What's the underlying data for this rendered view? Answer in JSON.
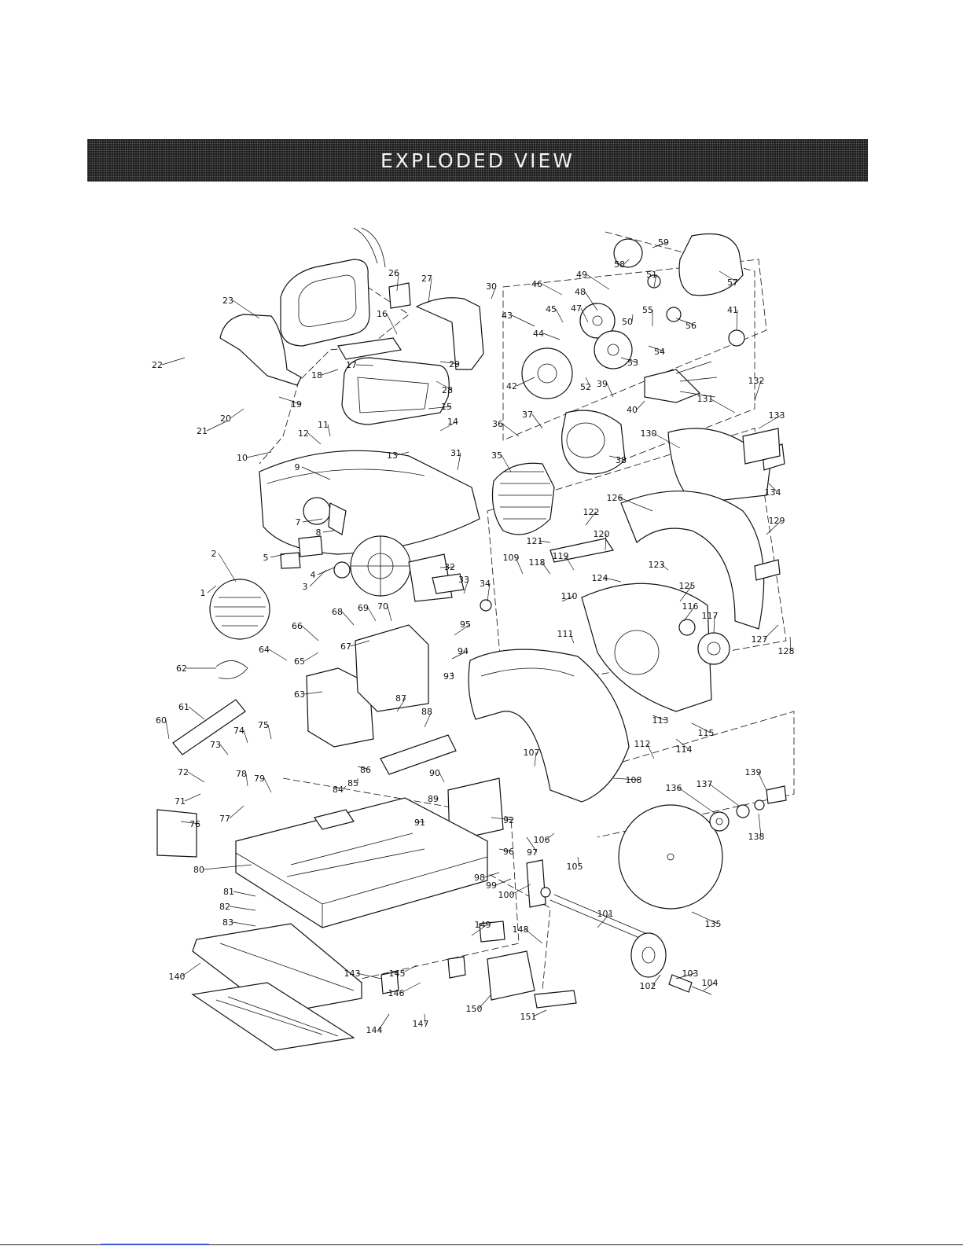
{
  "header": {
    "title": "EXPLODED VIEW"
  },
  "parts": [
    {
      "n": "1"
    },
    {
      "n": "2"
    },
    {
      "n": "3"
    },
    {
      "n": "4"
    },
    {
      "n": "5"
    },
    {
      "n": "7"
    },
    {
      "n": "8"
    },
    {
      "n": "9"
    },
    {
      "n": "10"
    },
    {
      "n": "11"
    },
    {
      "n": "12"
    },
    {
      "n": "13"
    },
    {
      "n": "14"
    },
    {
      "n": "15"
    },
    {
      "n": "16"
    },
    {
      "n": "17"
    },
    {
      "n": "18"
    },
    {
      "n": "19"
    },
    {
      "n": "20"
    },
    {
      "n": "21"
    },
    {
      "n": "22"
    },
    {
      "n": "23"
    },
    {
      "n": "26"
    },
    {
      "n": "27"
    },
    {
      "n": "28"
    },
    {
      "n": "29"
    },
    {
      "n": "30"
    },
    {
      "n": "31"
    },
    {
      "n": "32"
    },
    {
      "n": "33"
    },
    {
      "n": "34"
    },
    {
      "n": "35"
    },
    {
      "n": "36"
    },
    {
      "n": "37"
    },
    {
      "n": "38"
    },
    {
      "n": "39"
    },
    {
      "n": "40"
    },
    {
      "n": "41"
    },
    {
      "n": "42"
    },
    {
      "n": "43"
    },
    {
      "n": "44"
    },
    {
      "n": "45"
    },
    {
      "n": "46"
    },
    {
      "n": "47"
    },
    {
      "n": "48"
    },
    {
      "n": "49"
    },
    {
      "n": "50"
    },
    {
      "n": "51"
    },
    {
      "n": "52"
    },
    {
      "n": "53"
    },
    {
      "n": "54"
    },
    {
      "n": "55"
    },
    {
      "n": "56"
    },
    {
      "n": "57"
    },
    {
      "n": "58"
    },
    {
      "n": "59"
    },
    {
      "n": "60"
    },
    {
      "n": "61"
    },
    {
      "n": "62"
    },
    {
      "n": "63"
    },
    {
      "n": "64"
    },
    {
      "n": "65"
    },
    {
      "n": "66"
    },
    {
      "n": "67"
    },
    {
      "n": "68"
    },
    {
      "n": "69"
    },
    {
      "n": "70"
    },
    {
      "n": "71"
    },
    {
      "n": "72"
    },
    {
      "n": "73"
    },
    {
      "n": "74"
    },
    {
      "n": "75"
    },
    {
      "n": "76"
    },
    {
      "n": "77"
    },
    {
      "n": "78"
    },
    {
      "n": "79"
    },
    {
      "n": "80"
    },
    {
      "n": "81"
    },
    {
      "n": "82"
    },
    {
      "n": "83"
    },
    {
      "n": "84"
    },
    {
      "n": "85"
    },
    {
      "n": "86"
    },
    {
      "n": "87"
    },
    {
      "n": "88"
    },
    {
      "n": "89"
    },
    {
      "n": "90"
    },
    {
      "n": "91"
    },
    {
      "n": "92"
    },
    {
      "n": "93"
    },
    {
      "n": "94"
    },
    {
      "n": "95"
    },
    {
      "n": "96"
    },
    {
      "n": "97"
    },
    {
      "n": "98"
    },
    {
      "n": "99"
    },
    {
      "n": "100"
    },
    {
      "n": "101"
    },
    {
      "n": "102"
    },
    {
      "n": "103"
    },
    {
      "n": "104"
    },
    {
      "n": "105"
    },
    {
      "n": "106"
    },
    {
      "n": "107"
    },
    {
      "n": "108"
    },
    {
      "n": "109"
    },
    {
      "n": "110"
    },
    {
      "n": "111"
    },
    {
      "n": "112"
    },
    {
      "n": "113"
    },
    {
      "n": "114"
    },
    {
      "n": "115"
    },
    {
      "n": "116"
    },
    {
      "n": "117"
    },
    {
      "n": "118"
    },
    {
      "n": "119"
    },
    {
      "n": "120"
    },
    {
      "n": "121"
    },
    {
      "n": "122"
    },
    {
      "n": "123"
    },
    {
      "n": "124"
    },
    {
      "n": "125"
    },
    {
      "n": "126"
    },
    {
      "n": "127"
    },
    {
      "n": "128"
    },
    {
      "n": "129"
    },
    {
      "n": "130"
    },
    {
      "n": "131"
    },
    {
      "n": "132"
    },
    {
      "n": "133"
    },
    {
      "n": "134"
    },
    {
      "n": "135"
    },
    {
      "n": "136"
    },
    {
      "n": "137"
    },
    {
      "n": "138"
    },
    {
      "n": "139"
    },
    {
      "n": "140"
    },
    {
      "n": "143"
    },
    {
      "n": "144"
    },
    {
      "n": "145"
    },
    {
      "n": "146"
    },
    {
      "n": "147"
    },
    {
      "n": "148"
    },
    {
      "n": "149"
    },
    {
      "n": "150"
    },
    {
      "n": "151"
    }
  ]
}
